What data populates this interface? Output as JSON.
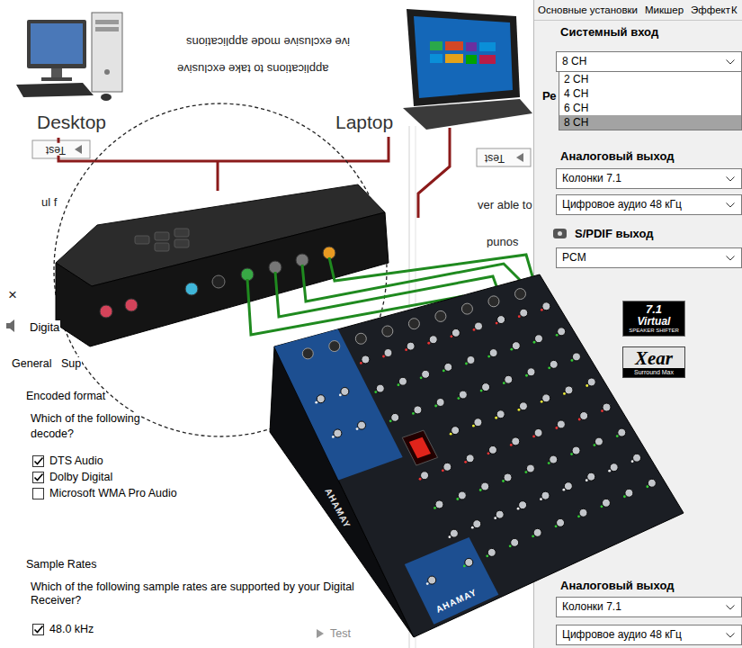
{
  "diagram": {
    "nodes": [
      {
        "text": [
          "Digita",
          "General",
          "Sup",
          "Encoded format",
          "Which of the following",
          "decode?",
          "DTS Audio",
          "Dolby Digital",
          "Microsoft WMA Pro Audio",
          "Sample Rates",
          "Which of the following sample rates are supported by your Digital Receiver?",
          "48.0 kHz",
          "Test"
        ]
      },
      {
        "text": [
          "Основные установки",
          "Микшер",
          "Эффект",
          "К",
          "Системный вход",
          "Ре",
          "Аналоговый выход",
          "S/PDIF выход",
          "Аналоговый выход"
        ]
      },
      {
        "text": [
          "8 CH"
        ],
        "in": 1
      },
      {
        "text": [
          "2 CH",
          "4 CH",
          "6 CH",
          "8 CH"
        ],
        "in": 1
      },
      {
        "text": [
          "Колонки 7.1"
        ],
        "in": 1
      },
      {
        "text": [
          "Цифровое аудио 48 кГц"
        ],
        "in": 1
      },
      {
        "text": [
          "PCM"
        ],
        "in": 1
      },
      {
        "text": [
          "7.1",
          "Virtual",
          "SPEAKER SHIFTER"
        ],
        "in": 1
      },
      {
        "text": [
          "Xear",
          "Surround Max"
        ],
        "in": 1
      },
      {
        "text": [
          "Колонки 7.1"
        ],
        "in": 1
      },
      {
        "text": [
          "Цифровое аудио 48 кГц"
        ],
        "in": 1
      }
    ],
    "labels": [
      "ive exclusive mode applications",
      "applications to take exclusive",
      "Desktop",
      "Laptop",
      "Test",
      "Test",
      "ul f",
      "ver able to",
      "sound",
      "×",
      "AHAMAY",
      "AHAMAY"
    ]
  }
}
